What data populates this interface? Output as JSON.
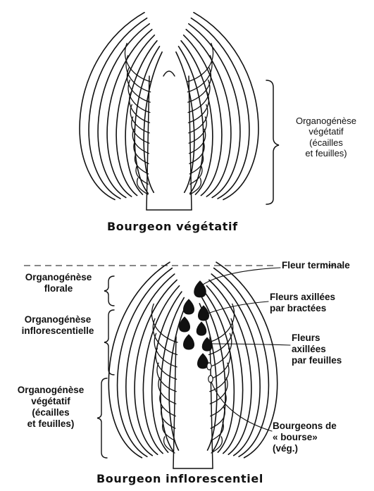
{
  "top": {
    "label_lines": [
      "Organogénèse",
      "végétatif",
      "(écailles",
      "et feuilles)"
    ],
    "caption": "Bourgeon végétatif"
  },
  "bottom": {
    "left_labels": {
      "florale": [
        "Organogénèse",
        "florale"
      ],
      "inflorescentielle": [
        "Organogénèse",
        "inflorescentielle"
      ],
      "vegetatif": [
        "Organogénèse",
        "végétatif",
        "(écailles",
        "et feuilles)"
      ]
    },
    "right_labels": {
      "fleur_terminale": "Fleur terminale",
      "bracts": [
        "Fleurs axillées",
        "par bractées"
      ],
      "leaves": [
        "Fleurs",
        "axillées",
        "par feuilles"
      ],
      "bourse": [
        "Bourgeons de",
        "« bourse»",
        "(vég.)"
      ]
    },
    "caption": "Bourgeon inflorescentiel"
  },
  "colors": {
    "ink": "#111111",
    "paper": "#ffffff"
  }
}
